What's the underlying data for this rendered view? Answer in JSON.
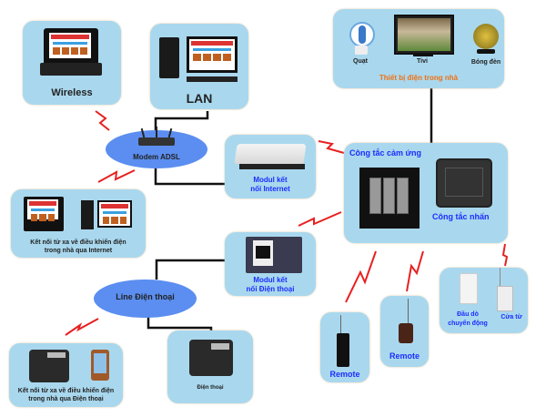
{
  "diagram": {
    "nodes": {
      "wireless": {
        "label": "Wireless"
      },
      "lan": {
        "label": "LAN"
      },
      "modem": {
        "label": "Modem ADSL"
      },
      "home_devices": {
        "title": "Thiết bị điện trong nhà",
        "items": [
          {
            "label": "Quạt",
            "icon": "fan-icon"
          },
          {
            "label": "Tivi",
            "icon": "tv-icon"
          },
          {
            "label": "Bóng đèn",
            "icon": "lamp-icon"
          }
        ]
      },
      "internet_module": {
        "label_line1": "Modul kết",
        "label_line2": "nối Internet"
      },
      "switch_panel": {
        "touch_label": "Công tắc cảm ứng",
        "push_label": "Công tắc nhấn"
      },
      "remote_internet": {
        "label_line1": "Kết nối từ xa về điều khiển điện",
        "label_line2": "trong nhà qua Internet"
      },
      "phone_module": {
        "label_line1": "Modul kết",
        "label_line2": "nối Điện thoại"
      },
      "phone_line": {
        "label": "Line Điện thoại"
      },
      "remote_phone": {
        "label_line1": "Kết nối từ xa về điều khiển điện",
        "label_line2": "trong nhà qua Điện thoại"
      },
      "telephone": {
        "label": "Điện thoại"
      },
      "remote1": {
        "label": "Remote"
      },
      "remote2": {
        "label": "Remote"
      },
      "sensors": {
        "motion_line1": "Đầu dò",
        "motion_line2": "chuyển động",
        "door": "Cửa từ"
      }
    },
    "colors": {
      "box": "#a9d8ee",
      "ellipse": "#5b8ef0",
      "wireless_link": "#e82020",
      "wired_link": "#111111",
      "label_blue": "#1a2dff",
      "label_orange": "#f07010"
    }
  }
}
